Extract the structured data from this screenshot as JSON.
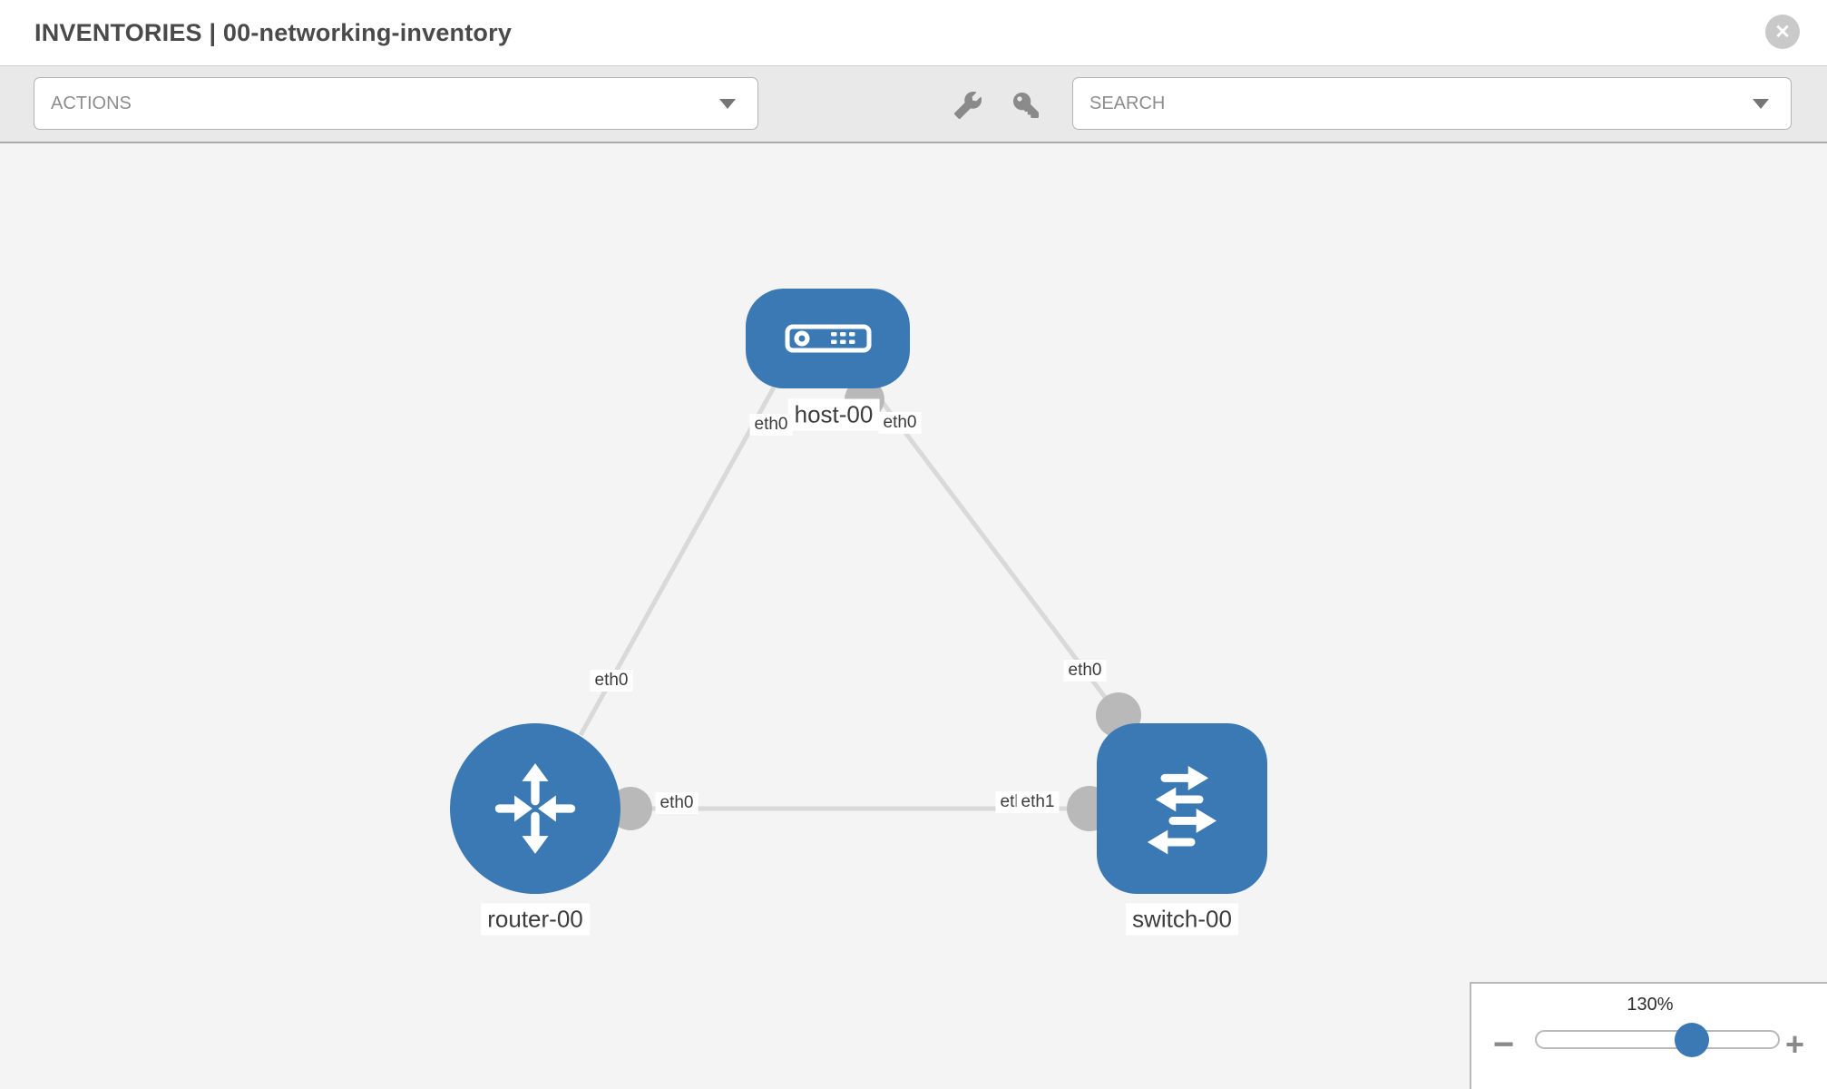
{
  "header": {
    "title": "INVENTORIES | 00-networking-inventory"
  },
  "toolbar": {
    "actions_label": "ACTIONS",
    "search_label": "SEARCH",
    "tools": [
      {
        "name": "wrench-icon"
      },
      {
        "name": "key-icon"
      }
    ]
  },
  "icons": {
    "close": "✕",
    "minus": "−",
    "plus": "+"
  },
  "graph": {
    "nodes": [
      {
        "id": "host-00",
        "label": "host-00",
        "type": "host",
        "icon": "server-icon",
        "shape": "rounded-rectangle"
      },
      {
        "id": "router-00",
        "label": "router-00",
        "type": "router",
        "icon": "router-arrows-icon",
        "shape": "circle"
      },
      {
        "id": "switch-00",
        "label": "switch-00",
        "type": "switch",
        "icon": "switch-arrows-icon",
        "shape": "rounded-square"
      }
    ],
    "links": [
      {
        "from": "host-00",
        "to": "router-00",
        "from_interface": "eth0",
        "to_interface": "eth0"
      },
      {
        "from": "host-00",
        "to": "switch-00",
        "from_interface": "eth0",
        "to_interface": "eth0"
      },
      {
        "from": "router-00",
        "to": "switch-00",
        "from_interface": "eth0",
        "to_interface": "eth1"
      }
    ],
    "occluded_interface_label": "eth0",
    "colors": {
      "node_blue": "#3a79b4",
      "link_gray": "#d9d9d9",
      "connector_gray": "#b9b9b9"
    }
  },
  "zoom_control": {
    "level": "130%"
  }
}
